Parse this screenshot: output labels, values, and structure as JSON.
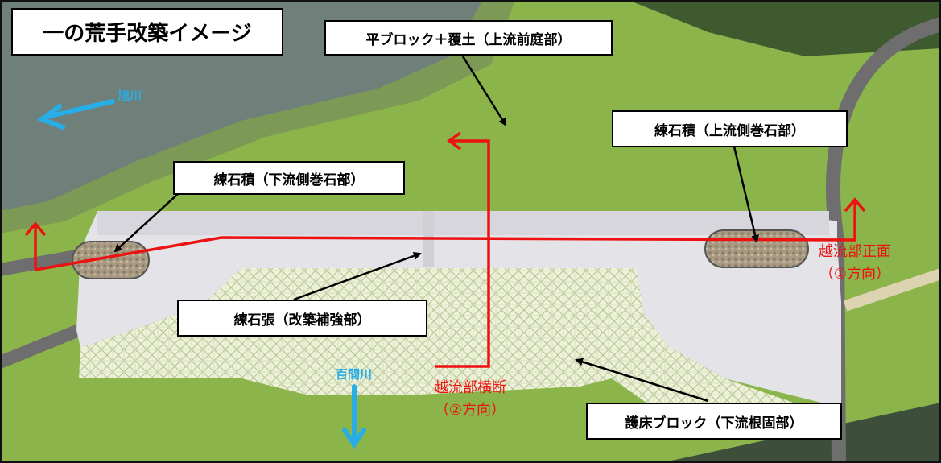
{
  "title": "一の荒手改築イメージ",
  "labels": {
    "upstream_forecourt": "平ブロック＋覆土（上流前庭部）",
    "upstream_wing": "練石積（上流側巻石部）",
    "downstream_wing": "練石積（下流側巻石部）",
    "reinforcement": "練石張（改築補強部）",
    "apron": "護床ブロック（下流根固部）"
  },
  "rivers": {
    "asahi": "旭川",
    "hyakken": "百間川"
  },
  "directions": {
    "front_line1": "越流部正面",
    "front_line2": "（①方向）",
    "cross_line1": "越流部横断",
    "cross_line2": "（②方向）"
  },
  "colors": {
    "grass": "#8bb54a",
    "grass_dark": "#6f9a35",
    "river": "#6f7f7a",
    "concrete": "#e4e4e8",
    "path": "#6e6e6e",
    "stone": "#a89a82",
    "red_line": "#ee1111",
    "blue_arrow": "#27aee6"
  }
}
